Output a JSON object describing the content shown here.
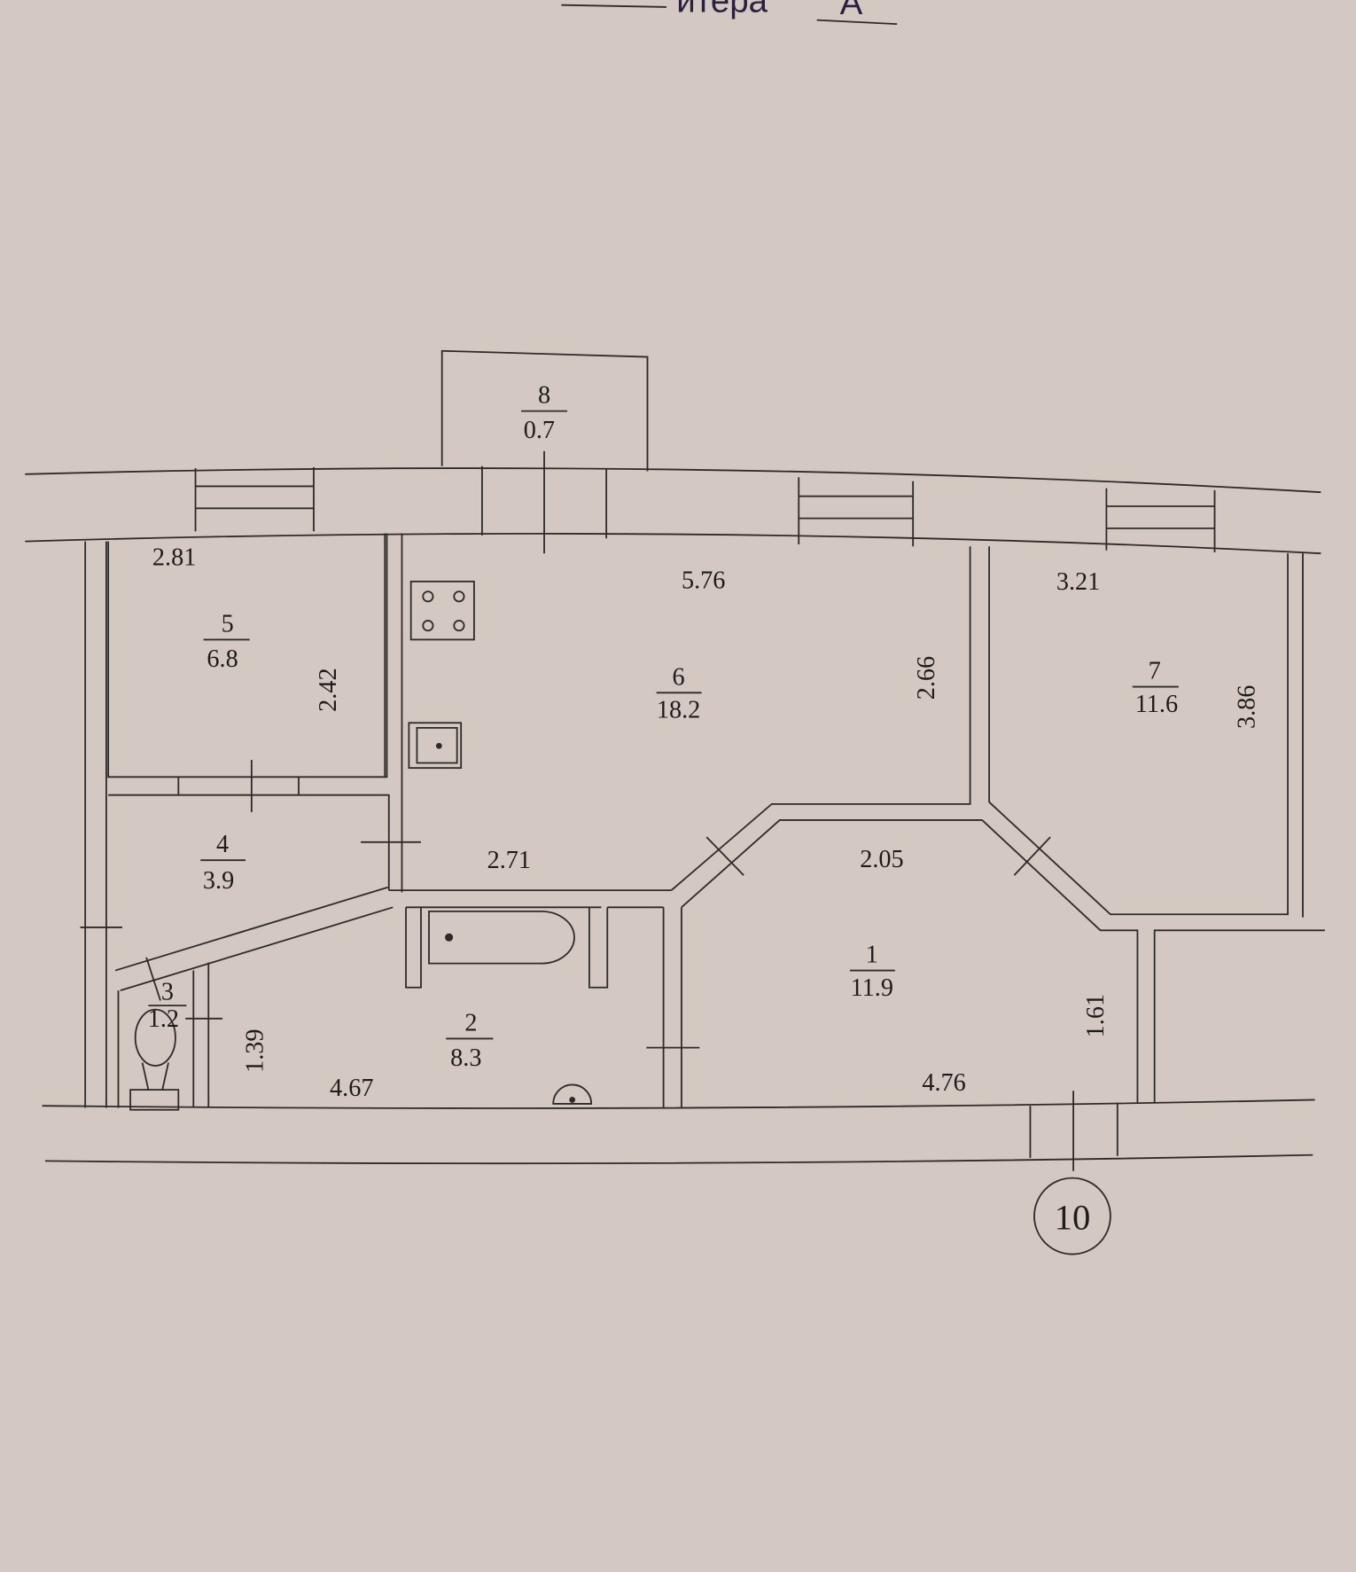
{
  "header": {
    "label_partial": "итера",
    "litera_value": "А"
  },
  "rooms": [
    {
      "number": "1",
      "area": "11.9"
    },
    {
      "number": "2",
      "area": "8.3"
    },
    {
      "number": "3",
      "area": "1.2"
    },
    {
      "number": "4",
      "area": "3.9"
    },
    {
      "number": "5",
      "area": "6.8"
    },
    {
      "number": "6",
      "area": "18.2"
    },
    {
      "number": "7",
      "area": "11.6"
    },
    {
      "number": "8",
      "area": "0.7"
    }
  ],
  "dimensions": {
    "d281": "2.81",
    "d242": "2.42",
    "d576": "5.76",
    "d266": "2.66",
    "d321": "3.21",
    "d386": "3.86",
    "d271": "2.71",
    "d205": "2.05",
    "d139": "1.39",
    "d467": "4.67",
    "d476": "4.76",
    "d161": "1.61"
  },
  "apartment_number": "10",
  "colors": {
    "paper": "#d3c9c2",
    "ink": "#2f2a2a"
  }
}
